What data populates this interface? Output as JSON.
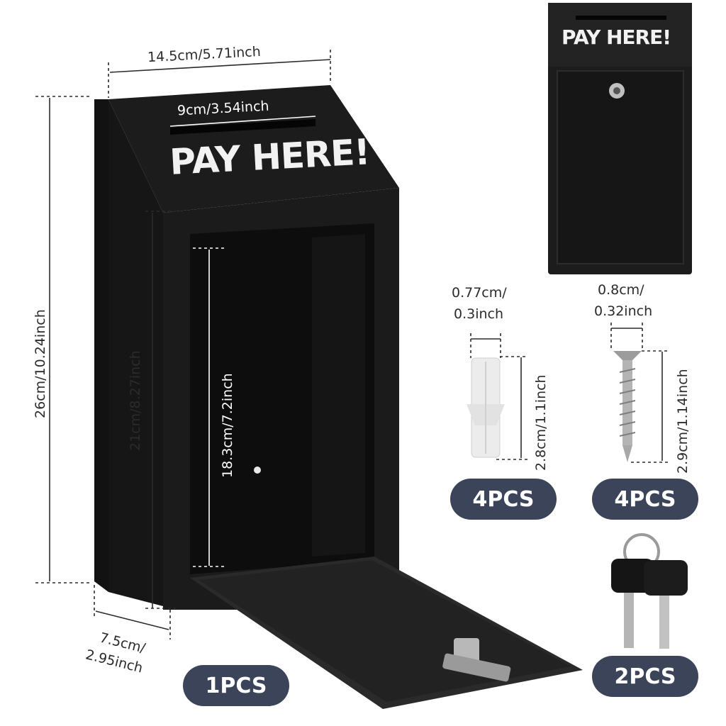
{
  "product": {
    "label_main": "PAY HERE!",
    "label_thumb": "PAY HERE!"
  },
  "dimensions": {
    "width_top": "14.5cm/5.71inch",
    "slot_width": "9cm/3.54inch",
    "height_total": "26cm/10.24inch",
    "height_front": "21cm/8.27inch",
    "height_inner": "18.3cm/7.2inch",
    "depth_line1": "7.5cm/",
    "depth_line2": "2.95inch",
    "anchor_diam_line1": "0.77cm/",
    "anchor_diam_line2": "0.3inch",
    "anchor_length": "2.8cm/1.1inch",
    "screw_diam_line1": "0.8cm/",
    "screw_diam_line2": "0.32inch",
    "screw_length": "2.9cm/1.14inch"
  },
  "quantities": {
    "box": "1PCS",
    "anchors": "4PCS",
    "screws": "4PCS",
    "keys": "2PCS"
  },
  "colors": {
    "box": "#1a1a1a",
    "badge": "#3b4459",
    "dimension_line": "#2b2b2b"
  }
}
